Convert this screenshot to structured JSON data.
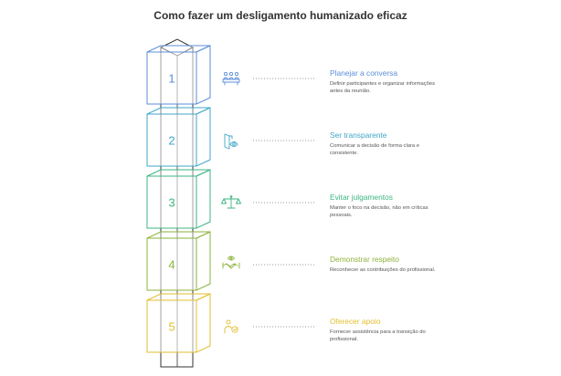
{
  "title": "Como fazer um desligamento humanizado eficaz",
  "steps": [
    {
      "number": "1",
      "title": "Planejar a conversa",
      "description": "Definir participantes e organizar informações antes da reunião.",
      "color": "#5B8DD9",
      "icon": "people-at-table-icon"
    },
    {
      "number": "2",
      "title": "Ser transparente",
      "description": "Comunicar a decisão de forma clara e consistente.",
      "color": "#3FA7C8",
      "icon": "door-eye-icon"
    },
    {
      "number": "3",
      "title": "Evitar julgamentos",
      "description": "Manter o foco na decisão, não em críticas pessoais.",
      "color": "#3DB582",
      "icon": "balance-scale-icon"
    },
    {
      "number": "4",
      "title": "Demonstrar respeito",
      "description": "Reconhecer as contribuições do profissional.",
      "color": "#8BB33B",
      "icon": "handshake-eye-icon"
    },
    {
      "number": "5",
      "title": "Oferecer apoio",
      "description": "Fornecer assistência para a transição do profissional.",
      "color": "#E2BE2E",
      "icon": "support-person-icon"
    }
  ]
}
